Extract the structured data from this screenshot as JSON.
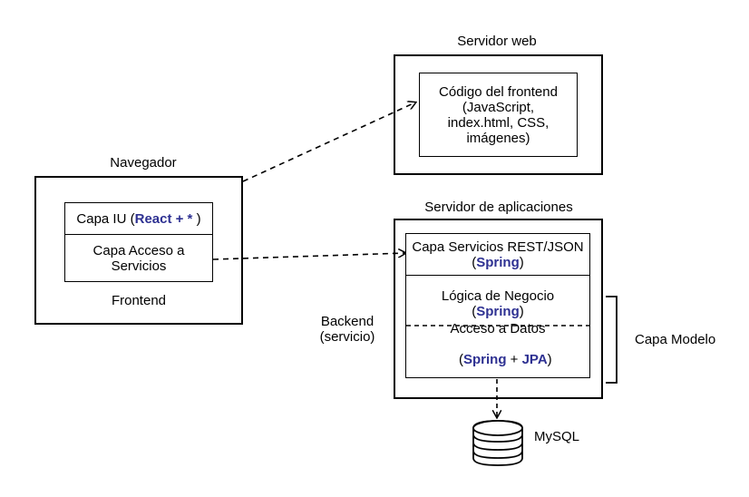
{
  "web_server": {
    "title": "Servidor web",
    "frontend_code": {
      "line1": "Código del frontend",
      "line2": "(JavaScript,",
      "line3": "index.html, CSS,",
      "line4": "imágenes)"
    }
  },
  "browser": {
    "title": "Navegador",
    "ui_layer": {
      "prefix": "Capa IU (",
      "tech": "React + *",
      "suffix": " )"
    },
    "service_access": {
      "line1": "Capa Acceso a",
      "line2": "Servicios"
    },
    "footer": "Frontend"
  },
  "app_server": {
    "title": "Servidor de aplicaciones",
    "rest_layer": {
      "line1": "Capa Servicios REST/JSON",
      "open": "(",
      "tech": "Spring",
      "close": ")"
    },
    "business_logic": {
      "line1": "Lógica de Negocio",
      "open": "(",
      "tech": "Spring",
      "close": ")"
    },
    "data_access": {
      "line1": "Acceso a Datos",
      "open": "(",
      "tech1": "Spring",
      "plus": " + ",
      "tech2": "JPA",
      "close": ")"
    }
  },
  "backend_label": {
    "line1": "Backend",
    "line2": "(servicio)"
  },
  "model_label": "Capa Modelo",
  "database_label": "MySQL",
  "colors": {
    "highlight": "#2e3192",
    "line": "#000000"
  }
}
